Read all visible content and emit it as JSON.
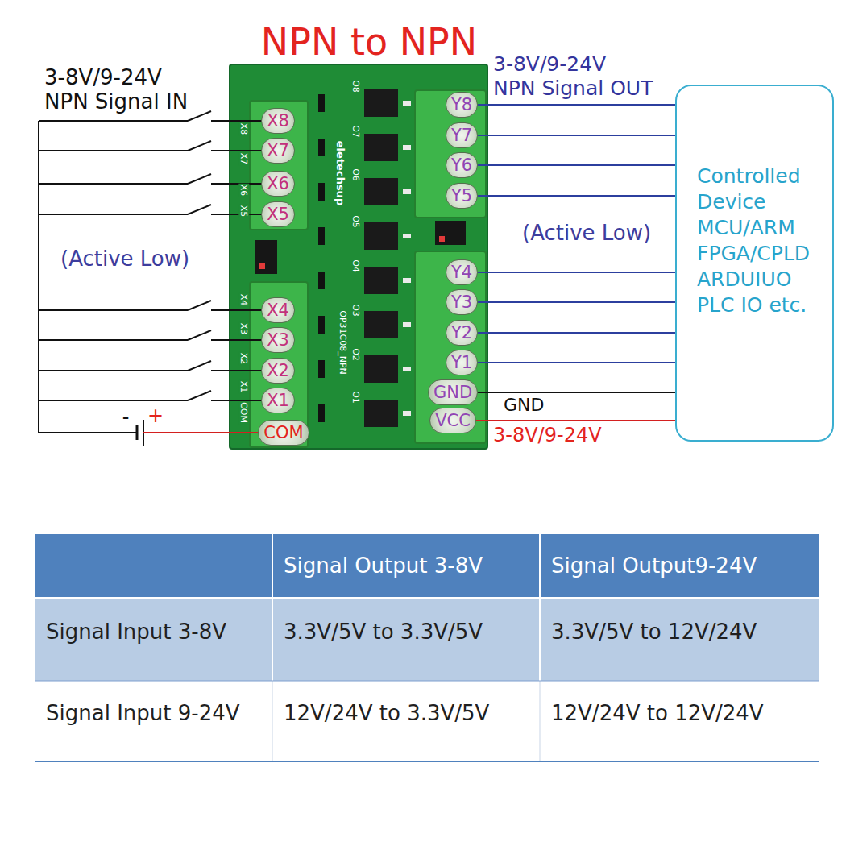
{
  "diagram": {
    "title": "NPN to NPN",
    "nodes": [
      {
        "text": [
          "eletechsup",
          "OP31C08_NPN"
        ]
      },
      {
        "text": [
          "X8"
        ],
        "in": 0
      },
      {
        "text": [
          "X7"
        ],
        "in": 0
      },
      {
        "text": [
          "X6"
        ],
        "in": 0
      },
      {
        "text": [
          "X5"
        ],
        "in": 0
      },
      {
        "text": [
          "X4"
        ],
        "in": 0
      },
      {
        "text": [
          "X3"
        ],
        "in": 0
      },
      {
        "text": [
          "X2"
        ],
        "in": 0
      },
      {
        "text": [
          "X1"
        ],
        "in": 0
      },
      {
        "text": [
          "COM"
        ],
        "in": 0
      },
      {
        "text": [
          "Y8"
        ],
        "in": 0
      },
      {
        "text": [
          "Y7"
        ],
        "in": 0
      },
      {
        "text": [
          "Y6"
        ],
        "in": 0
      },
      {
        "text": [
          "Y5"
        ],
        "in": 0
      },
      {
        "text": [
          "Y4"
        ],
        "in": 0
      },
      {
        "text": [
          "Y3"
        ],
        "in": 0
      },
      {
        "text": [
          "Y2"
        ],
        "in": 0
      },
      {
        "text": [
          "Y1"
        ],
        "in": 0
      },
      {
        "text": [
          "GND"
        ],
        "in": 0
      },
      {
        "text": [
          "VCC"
        ],
        "in": 0
      },
      {
        "text": [
          "Controlled Device MCU/ARM FPGA/CPLD ARDUIUO PLC IO etc."
        ]
      }
    ],
    "edges": [
      {
        "from": 10,
        "to": 20,
        "arrow": "none"
      },
      {
        "from": 11,
        "to": 20,
        "arrow": "none"
      },
      {
        "from": 12,
        "to": 20,
        "arrow": "none"
      },
      {
        "from": 13,
        "to": 20,
        "arrow": "none"
      },
      {
        "from": 14,
        "to": 20,
        "arrow": "none"
      },
      {
        "from": 15,
        "to": 20,
        "arrow": "none"
      },
      {
        "from": 16,
        "to": 20,
        "arrow": "none"
      },
      {
        "from": 17,
        "to": 20,
        "arrow": "none"
      },
      {
        "from": 18,
        "to": 20,
        "arrow": "none"
      },
      {
        "from": 19,
        "to": 20,
        "arrow": "none"
      }
    ],
    "labels": [
      "3-8V/9-24V",
      "NPN Signal IN",
      "(Active Low)",
      "-",
      "+",
      "3-8V/9-24V",
      "NPN Signal OUT",
      "(Active Low)",
      "GND",
      "3-8V/9-24V",
      "X8",
      "X7",
      "X6",
      "X5",
      "X4",
      "X3",
      "X2",
      "X1",
      "COM",
      "O8",
      "O7",
      "O6",
      "O5",
      "O4",
      "O3",
      "O2",
      "O1",
      "Signal Output 3-8V",
      "Signal Output9-24V",
      "Signal Input 3-8V",
      "3.3V/5V to 3.3V/5V",
      "3.3V/5V to 12V/24V",
      "Signal Input 9-24V",
      "12V/24V to 3.3V/5V",
      "12V/24V to 12V/24V"
    ]
  }
}
